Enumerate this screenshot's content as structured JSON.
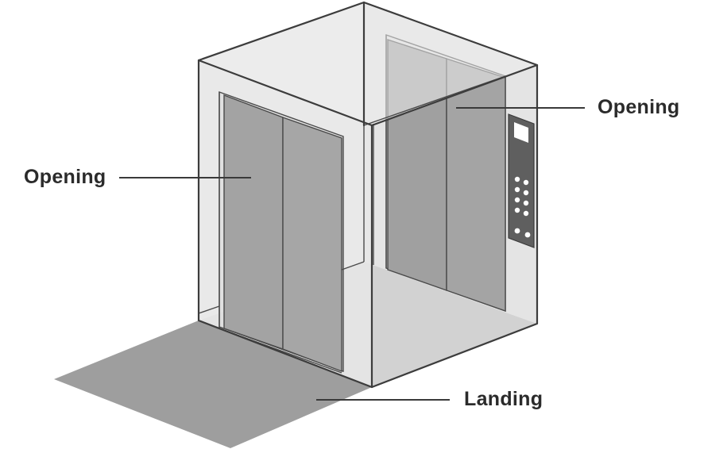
{
  "labels": {
    "opening_front": "Opening",
    "opening_back": "Opening",
    "landing": "Landing"
  },
  "colors": {
    "background": "#ffffff",
    "cabin_glass": "#e6e6e6",
    "cabin_glass_light": "#ededed",
    "floor": "#d0d0d0",
    "landing": "#9e9e9e",
    "door_panel": "#a3a3a3",
    "door_panel_back": "#9f9f9f",
    "control_panel": "#5f5f5f",
    "edge_line": "#3c3c3c",
    "label_text": "#2b2b2b"
  },
  "icons": {
    "control_panel": "elevator-control-panel-icon"
  }
}
